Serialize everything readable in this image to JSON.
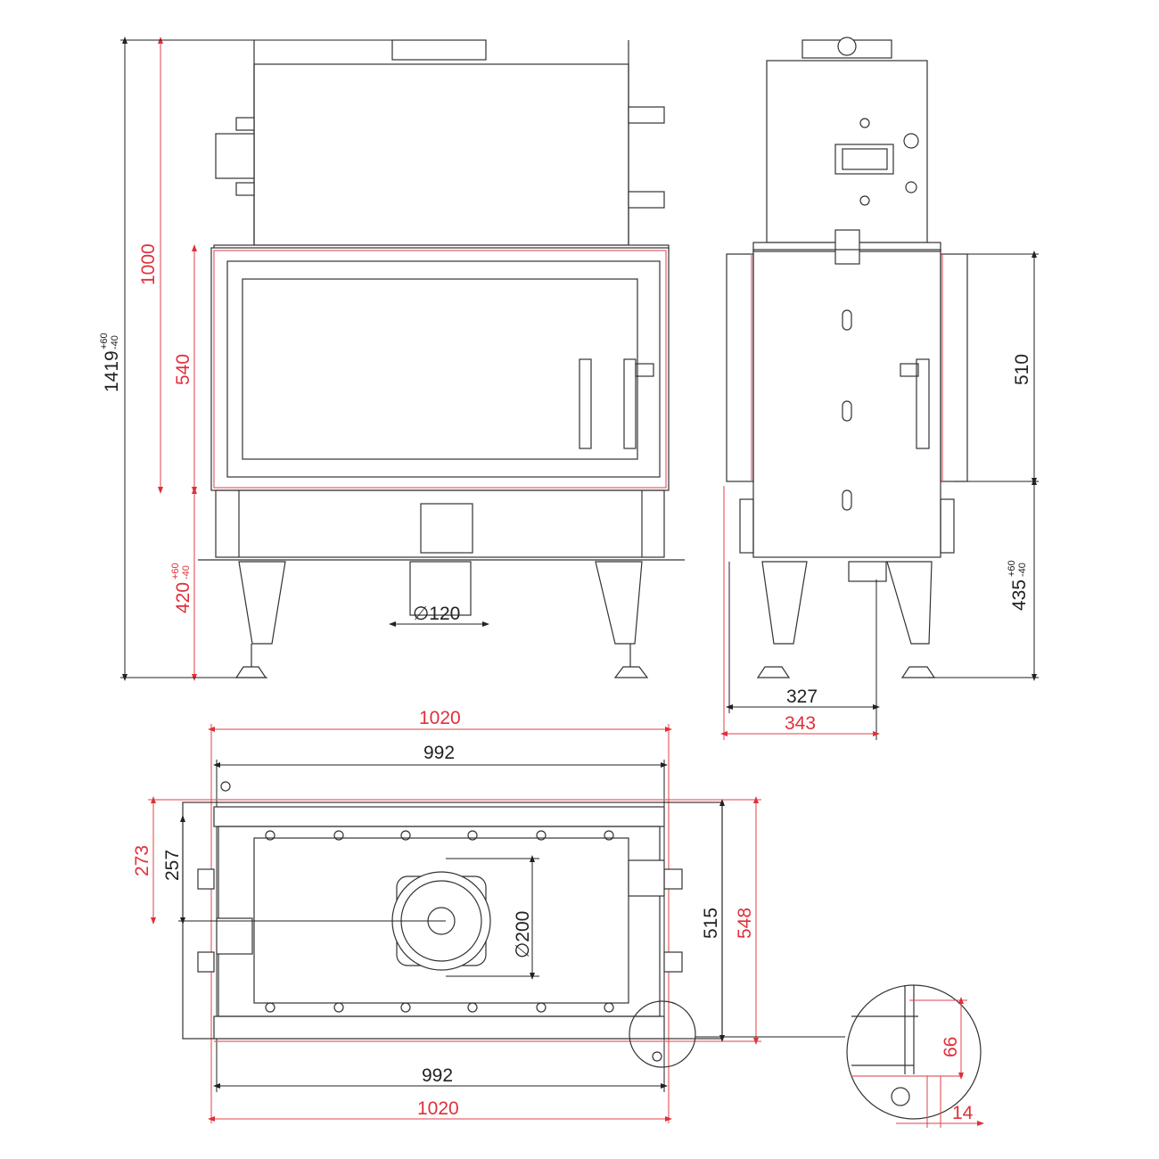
{
  "front_view": {
    "dim_total_height": "1419",
    "dim_total_tol_plus": "+60",
    "dim_total_tol_minus": "-40",
    "dim_height_1000": "1000",
    "dim_door_height": "540",
    "dim_leg_height": "420",
    "dim_leg_tol_plus": "+60",
    "dim_leg_tol_minus": "-40",
    "dim_air_inlet": "∅120"
  },
  "side_view": {
    "dim_door_height": "510",
    "dim_leg_height": "435",
    "dim_leg_tol_plus": "+60",
    "dim_leg_tol_minus": "-40",
    "dim_depth_inner": "327",
    "dim_depth_outer": "343"
  },
  "plan_view": {
    "dim_width_outer_top": "1020",
    "dim_width_inner_top": "992",
    "dim_width_inner_bottom": "992",
    "dim_width_outer_bottom": "1020",
    "dim_flue_diameter": "∅200",
    "dim_offset_outer": "273",
    "dim_offset_inner": "257",
    "dim_depth_inner": "515",
    "dim_depth_outer": "548"
  },
  "detail_view": {
    "dim_a": "66",
    "dim_b": "14"
  },
  "colors": {
    "line": "#333333",
    "dimension_red": "#e0303a"
  }
}
